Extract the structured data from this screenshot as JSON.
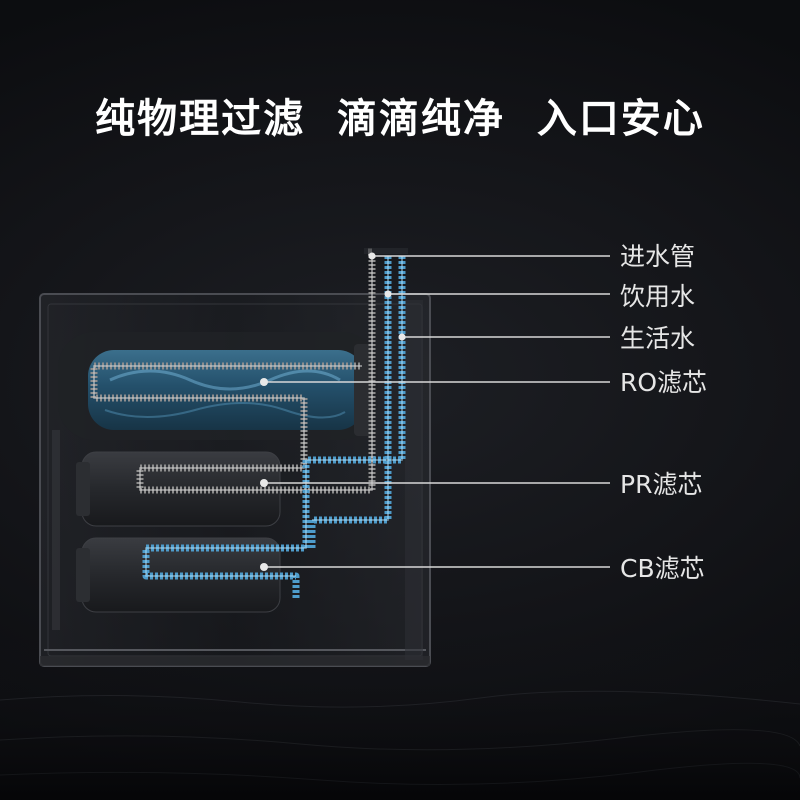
{
  "headline": "纯物理过滤  滴滴纯净  入口安心",
  "callouts": [
    {
      "label": "进水管"
    },
    {
      "label": "饮用水"
    },
    {
      "label": "生活水"
    },
    {
      "label": "RO滤芯"
    },
    {
      "label": "PR滤芯"
    },
    {
      "label": "CB滤芯"
    }
  ],
  "colors": {
    "background": "#121316",
    "drinking_pipe": "#5aa9d6",
    "household_pipe": "#9a9a9a",
    "leader_line": "#d8d8d8",
    "text": "#ffffff"
  }
}
